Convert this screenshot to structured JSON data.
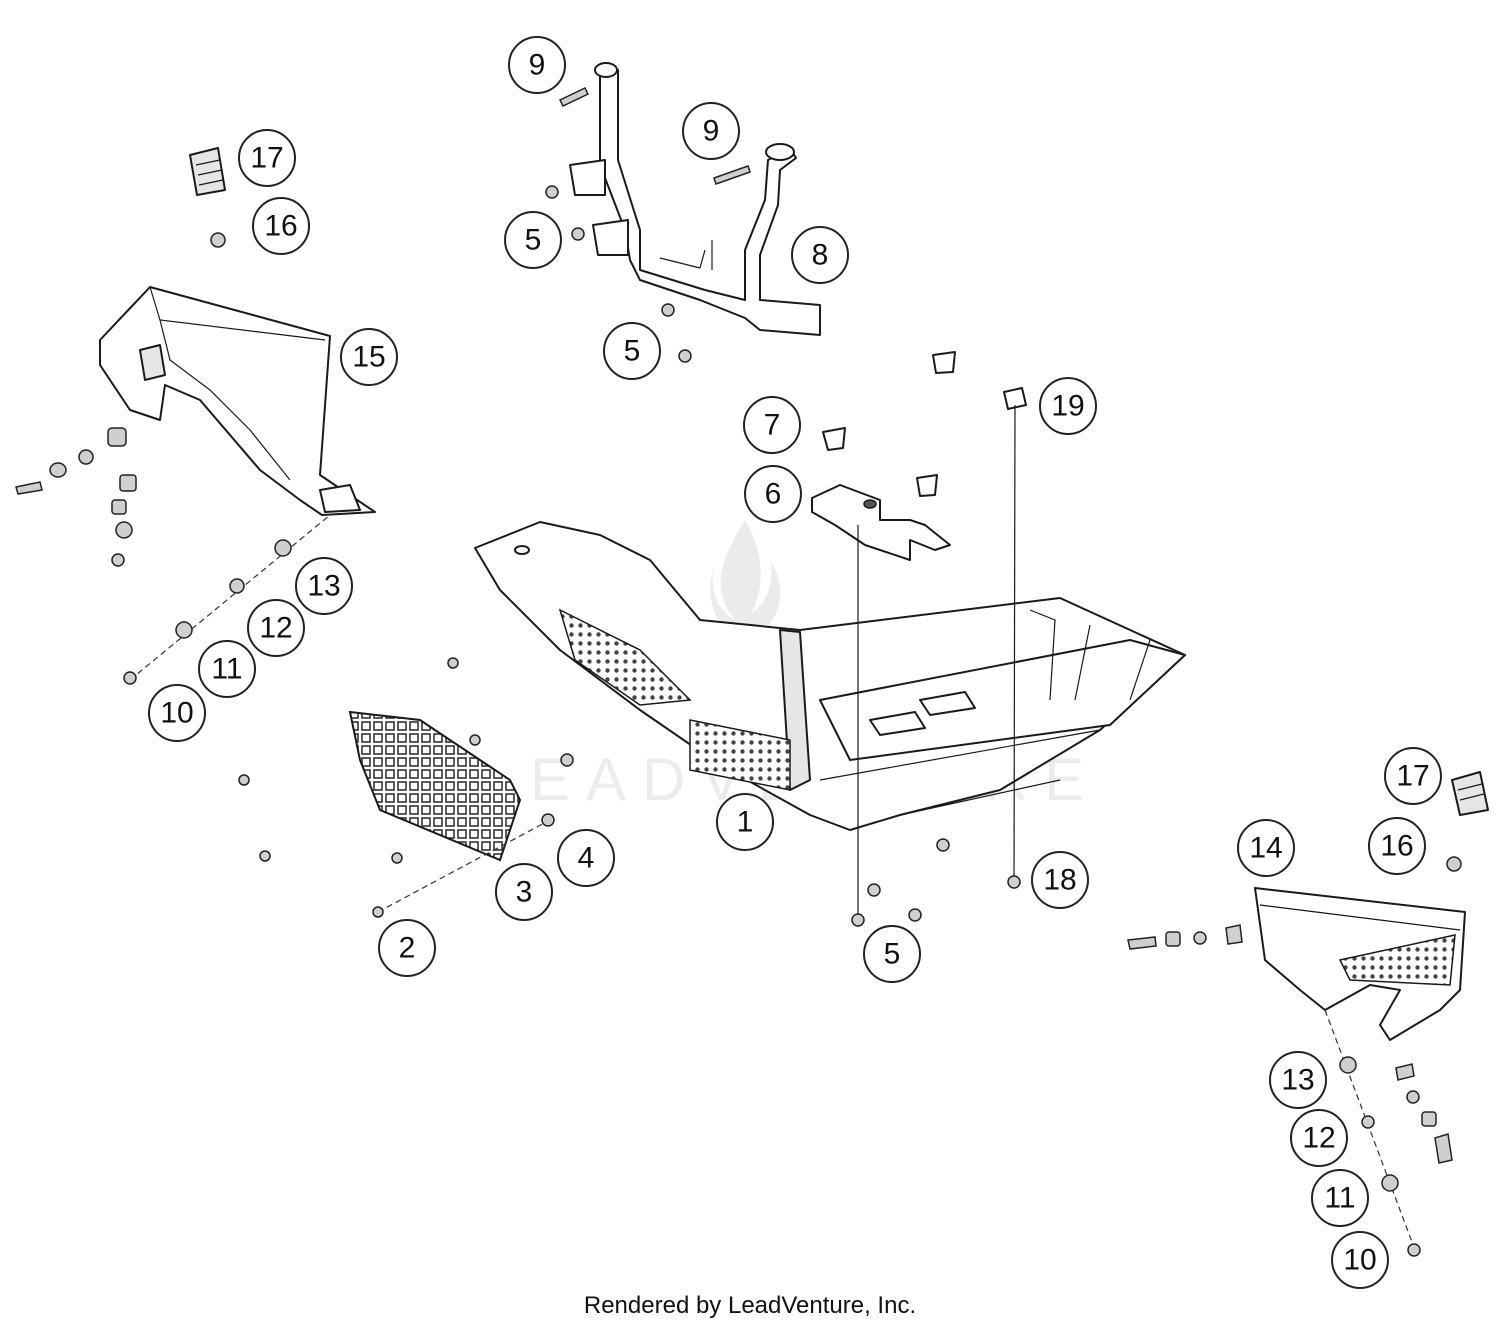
{
  "footer": {
    "text": "Rendered by LeadVenture, Inc."
  },
  "watermark": {
    "text": "EADVENTURE"
  },
  "callouts": [
    {
      "label": "9"
    },
    {
      "label": "9"
    },
    {
      "label": "17"
    },
    {
      "label": "16"
    },
    {
      "label": "5"
    },
    {
      "label": "8"
    },
    {
      "label": "15"
    },
    {
      "label": "5"
    },
    {
      "label": "19"
    },
    {
      "label": "7"
    },
    {
      "label": "6"
    },
    {
      "label": "13"
    },
    {
      "label": "12"
    },
    {
      "label": "11"
    },
    {
      "label": "10"
    },
    {
      "label": "1"
    },
    {
      "label": "4"
    },
    {
      "label": "3"
    },
    {
      "label": "2"
    },
    {
      "label": "18"
    },
    {
      "label": "5"
    },
    {
      "label": "17"
    },
    {
      "label": "14"
    },
    {
      "label": "16"
    },
    {
      "label": "13"
    },
    {
      "label": "12"
    },
    {
      "label": "11"
    },
    {
      "label": "10"
    }
  ],
  "colors": {
    "line": "#1a1a1a",
    "background": "#ffffff"
  }
}
